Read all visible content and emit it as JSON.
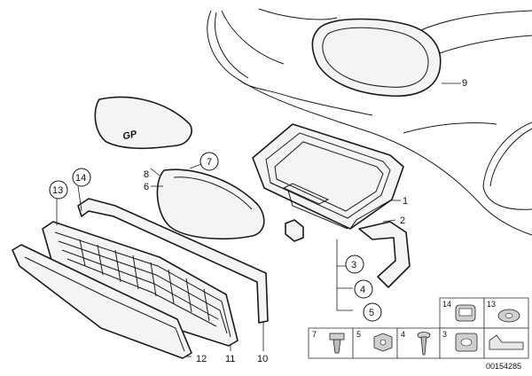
{
  "callouts": {
    "c1": "1",
    "c2": "2",
    "c3": "3",
    "c4": "4",
    "c5": "5",
    "c6": "6",
    "c7": "7",
    "c8": "8",
    "c9": "9",
    "c10": "10",
    "c11": "11",
    "c12": "12",
    "c13": "13",
    "c14": "14"
  },
  "legend": {
    "n14": "14",
    "n13": "13",
    "n7": "7",
    "n5": "5",
    "n4": "4",
    "n3": "3"
  },
  "emblem_text": "GP",
  "diagram_code": "00154285"
}
